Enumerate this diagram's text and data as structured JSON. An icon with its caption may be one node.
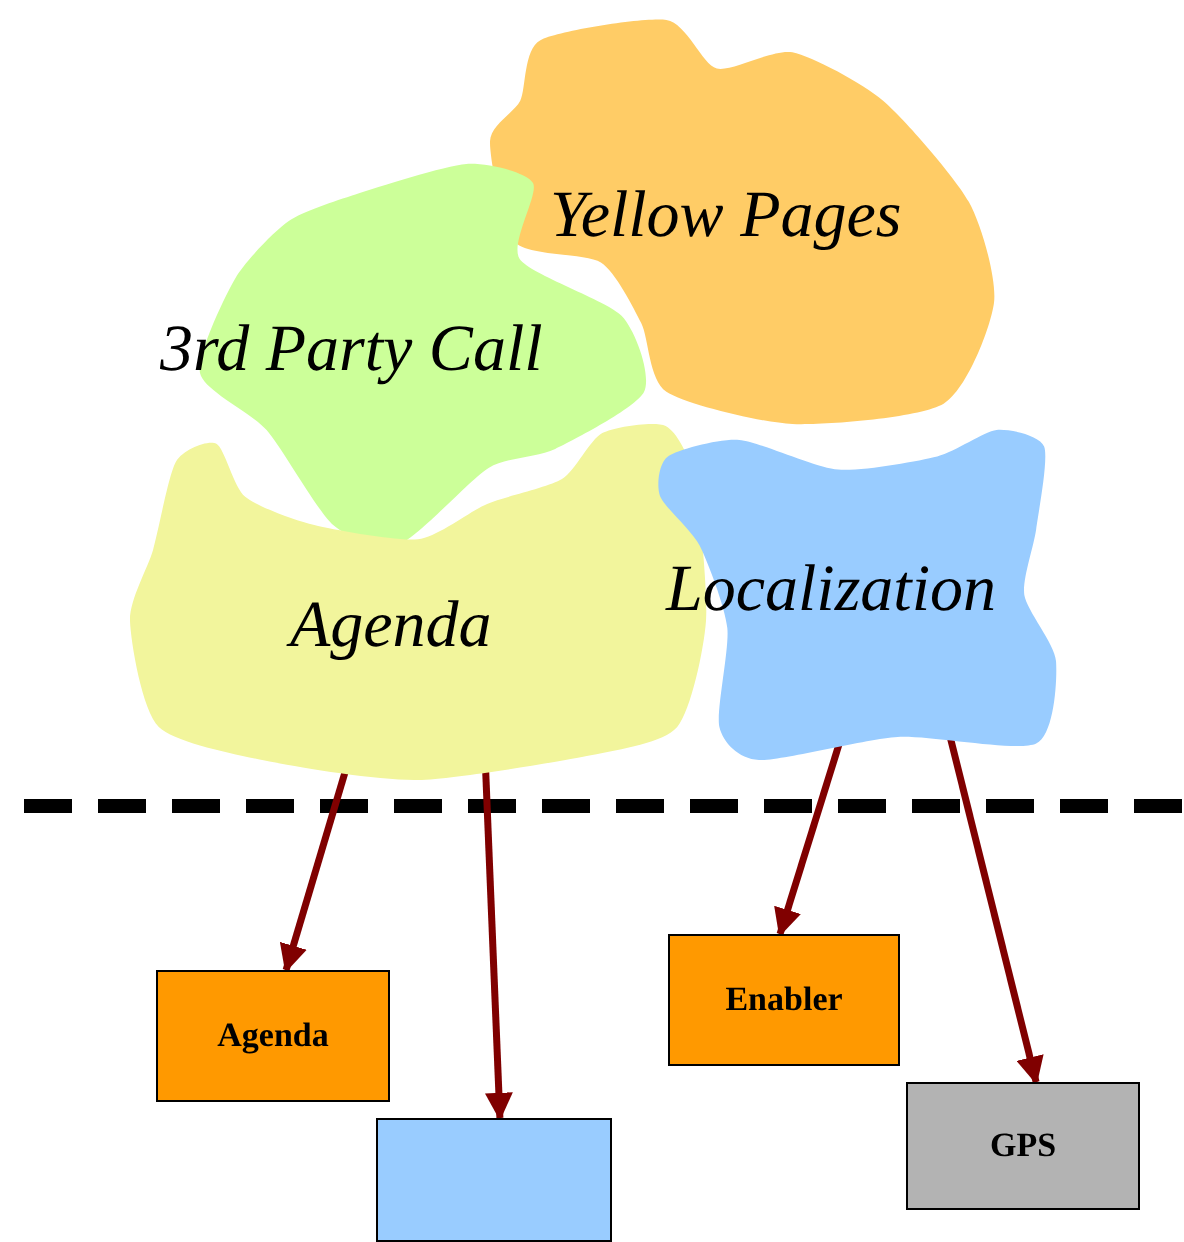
{
  "diagram": {
    "nodes": [
      {
        "text": [
          "Yellow Pages"
        ]
      },
      {
        "text": [
          "3rd Party Call"
        ]
      },
      {
        "text": [
          "Agenda"
        ]
      },
      {
        "text": [
          "Localization"
        ]
      },
      {
        "text": [
          "Agenda"
        ]
      },
      {
        "text": [],
        "shape": "box"
      },
      {
        "text": [
          "Enabler"
        ]
      },
      {
        "text": [
          "GPS"
        ]
      }
    ],
    "edges": [
      {
        "from": 2,
        "to": 4,
        "arrow": "to"
      },
      {
        "from": 2,
        "to": 5,
        "arrow": "to"
      },
      {
        "from": 3,
        "to": 6,
        "arrow": "to"
      },
      {
        "from": 3,
        "to": 7,
        "arrow": "to"
      }
    ]
  }
}
